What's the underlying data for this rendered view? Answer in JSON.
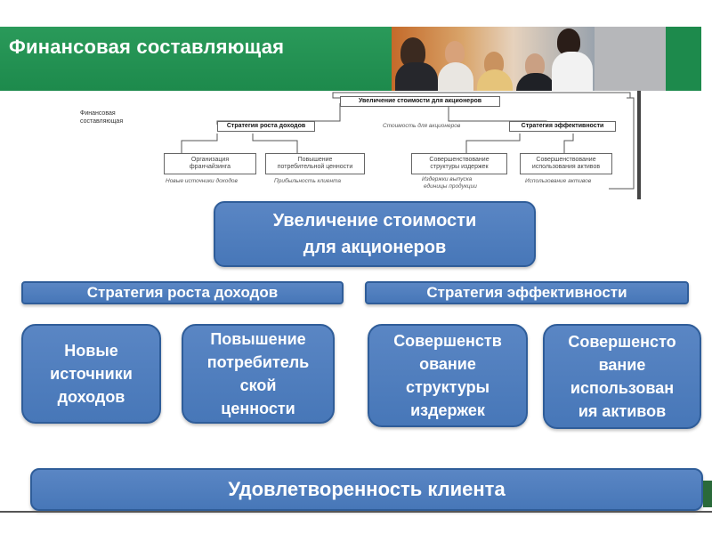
{
  "header": {
    "title": "Финансовая составляющая"
  },
  "thumbnail": {
    "side_label_line1": "Финансовая",
    "side_label_line2": "составляющая",
    "top_box": "Увеличение стоимости для акционеров",
    "strategy_growth": "Стратегия роста доходов",
    "center_text": "Стоимость для акционеров",
    "strategy_efficiency": "Стратегия эффективности",
    "box1_line1": "Организация",
    "box1_line2": "франчайзинга",
    "box2_line1": "Повышение",
    "box2_line2": "потребительной ценности",
    "box3_line1": "Совершенствование",
    "box3_line2": "структуры издержек",
    "box4_line1": "Совершенствование",
    "box4_line2": "использования активов",
    "sub1": "Новые источники доходов",
    "sub2": "Прибыльность клиента",
    "sub3_line1": "Издержки выпуска",
    "sub3_line2": "единицы продукции",
    "sub4": "Использование активов"
  },
  "diagram": {
    "top_line1": "Увеличение стоимости",
    "top_line2": "для акционеров",
    "strategy_growth": "Стратегия роста доходов",
    "strategy_efficiency": "Стратегия эффективности",
    "leaf1": [
      "Новые",
      "источники",
      "доходов"
    ],
    "leaf2": [
      "Повышение",
      "потребитель",
      "ской",
      "ценности"
    ],
    "leaf3": [
      "Совершенств",
      "ование",
      "структуры",
      "издержек"
    ],
    "leaf4": [
      "Совершенсто",
      "вание",
      "использован",
      "ия активов"
    ],
    "bottom": "Удовлетворенность клиента"
  },
  "colors": {
    "header_green": "#1d8a4c",
    "box_blue": "#4f7fbf",
    "box_border": "#2f5d99"
  }
}
